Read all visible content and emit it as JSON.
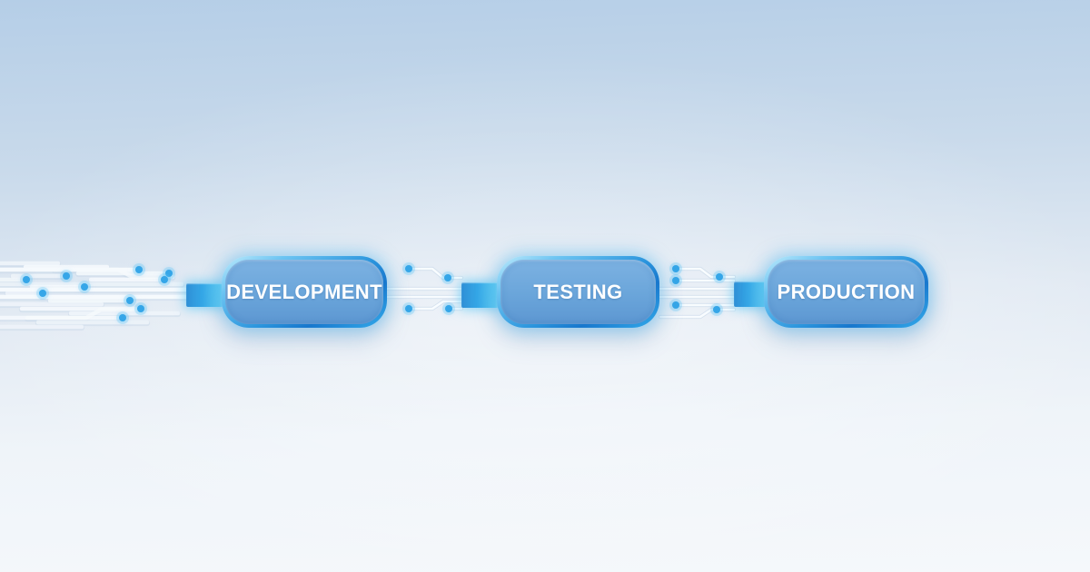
{
  "diagram": {
    "type": "pipeline-flow",
    "stages": [
      {
        "label": "DEVELOPMENT"
      },
      {
        "label": "TESTING"
      },
      {
        "label": "PRODUCTION"
      }
    ],
    "colors": {
      "background_top": "#b5cee7",
      "background_bottom": "#f5f8fb",
      "node_fill_top": "#7db2e2",
      "node_fill_bottom": "#5d97d2",
      "node_border_glow": "#35aceb",
      "node_text": "#ffffff",
      "connector_plug": "#36a9e8",
      "trace_line": "#fafdff",
      "trace_dot": "#35a6e8"
    }
  }
}
